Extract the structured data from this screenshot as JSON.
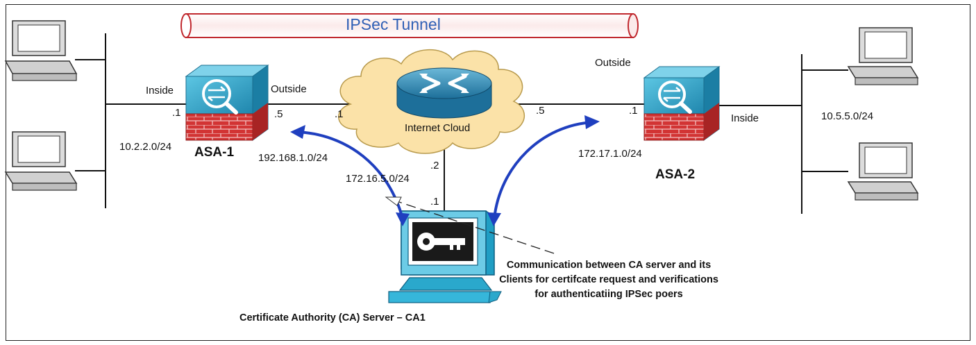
{
  "tunnel": {
    "label": "IPSec Tunnel"
  },
  "cloud": {
    "label": "Internet Cloud"
  },
  "asa1": {
    "name": "ASA-1",
    "inside_label": "Inside",
    "outside_label": "Outside",
    "inside_ip": ".1",
    "outside_ip": ".5",
    "inside_net": "10.2.2.0/24",
    "outside_net": "192.168.1.0/24"
  },
  "asa2": {
    "name": "ASA-2",
    "inside_label": "Inside",
    "outside_label": "Outside",
    "outside_ip": ".1",
    "inside_net": "10.5.5.0/24",
    "outside_net": "172.17.1.0/24"
  },
  "router": {
    "left_ip": ".1",
    "right_ip": ".5",
    "down_ip": ".2"
  },
  "ca": {
    "name": "Certificate Authority (CA) Server – CA1",
    "net": "172.16.5.0/24",
    "ip": ".1",
    "note": "Communication between CA server and its Clients for certifcate request and verifications for authenticatiing IPSec poers"
  },
  "colors": {
    "arrow": "#1f3fbf",
    "tunnel_stroke": "#c0282e",
    "firewall_blue": "#2aa3c6",
    "brick": "#cc2d2d",
    "cloud_fill": "#fbe2a8"
  }
}
